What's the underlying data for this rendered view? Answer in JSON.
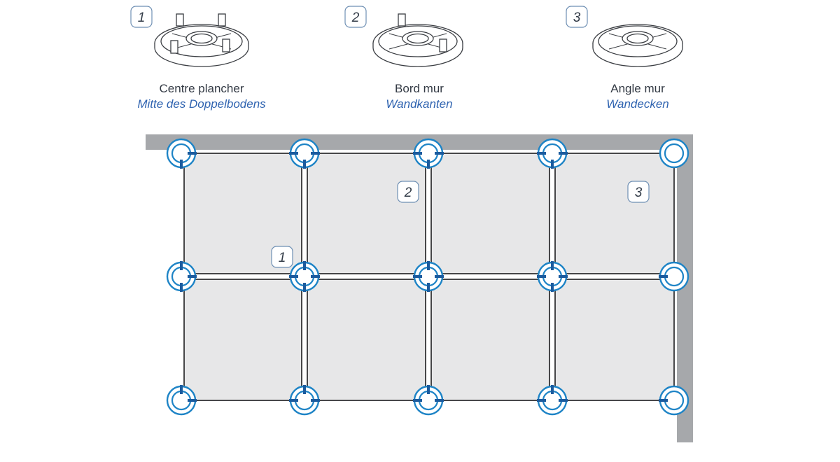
{
  "colors": {
    "wall": "#a6a8ab",
    "tile": "#e7e7e8",
    "pedestal": "#1e84c6",
    "tab": "#1b5b9e",
    "badge_border": "#6e8fb3",
    "line": "#1d1d1f",
    "german_text": "#2f63b0"
  },
  "legend": [
    {
      "number": "1",
      "label_fr": "Centre plancher",
      "label_de": "Mitte des Doppelbodens",
      "tabs": 4
    },
    {
      "number": "2",
      "label_fr": "Bord mur",
      "label_de": "Wandkanten",
      "tabs": 2
    },
    {
      "number": "3",
      "label_fr": "Angle mur",
      "label_de": "Wandecken",
      "tabs": 0
    }
  ],
  "plan": {
    "columns": 4,
    "rows": 2,
    "markers": [
      {
        "number": "1"
      },
      {
        "number": "2"
      },
      {
        "number": "3"
      }
    ],
    "pedestals": [
      [
        "right,bottom",
        "left,right,bottom",
        "left,right,bottom",
        "left,right,bottom",
        "none"
      ],
      [
        "top,right,bottom",
        "all",
        "all",
        "all",
        "left"
      ],
      [
        "top,right",
        "left,top,right",
        "left,top,right",
        "left,top,right",
        "left"
      ]
    ]
  }
}
